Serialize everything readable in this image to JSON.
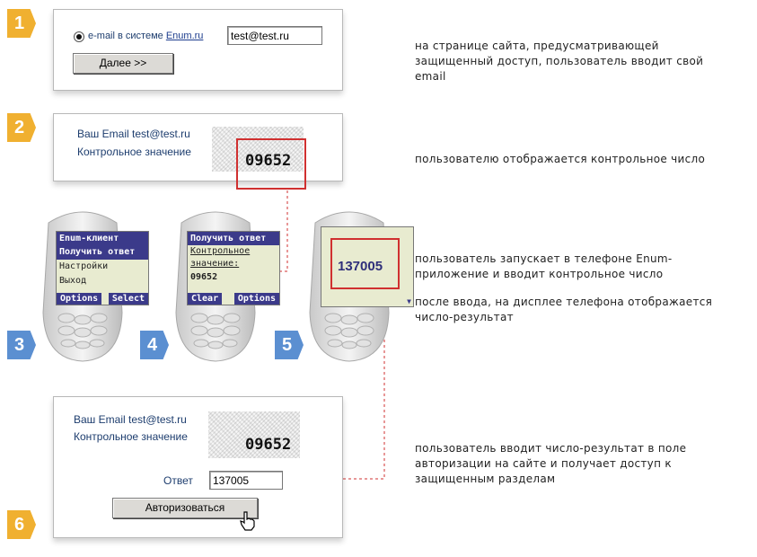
{
  "steps": [
    {
      "num": "1",
      "desc": "на странице сайта, предусматривающей защищенный доступ, пользователь вводит свой email"
    },
    {
      "num": "2",
      "desc": "пользователю отображается контрольное число"
    },
    {
      "num": "3",
      "desc": "пользователь запускает в телефоне Enum-приложение и вводит контрольное число"
    },
    {
      "num": "4"
    },
    {
      "num": "5",
      "desc": "после ввода, на дисплее телефона отображается число-результат"
    },
    {
      "num": "6",
      "desc": "пользователь вводит число-результат в поле авторизации на сайте и получает доступ к защищенным разделам"
    }
  ],
  "panel1": {
    "radio_label": "e-mail в системе ",
    "radio_link": "Enum.ru",
    "email_value": "test@test.ru",
    "next_button": "Далее >>"
  },
  "panel2": {
    "email_line": "Ваш Email test@test.ru",
    "control_label": "Контрольное значение",
    "control_code": "09652"
  },
  "phone3": {
    "title": "Enum-клиент",
    "items": [
      "Получить ответ",
      "Настройки",
      "Выход"
    ],
    "soft_left": "Options",
    "soft_right": "Select"
  },
  "phone4": {
    "title": "Получить ответ",
    "prompt_line1": "Контрольное",
    "prompt_line2": "значение:",
    "entered": "09652",
    "soft_left": "Clear",
    "soft_right": "Options"
  },
  "phone5": {
    "result": "137005"
  },
  "panel6": {
    "email_line": "Ваш Email test@test.ru",
    "control_label": "Контрольное значение",
    "control_code": "09652",
    "answer_label": "Ответ",
    "answer_value": "137005",
    "auth_button": "Авторизоваться"
  },
  "colors": {
    "orange_badge": "#f0b030",
    "blue_badge": "#5b8fd1",
    "highlight_red": "#d03030",
    "phone_screen_bar": "#3b3a8a"
  }
}
